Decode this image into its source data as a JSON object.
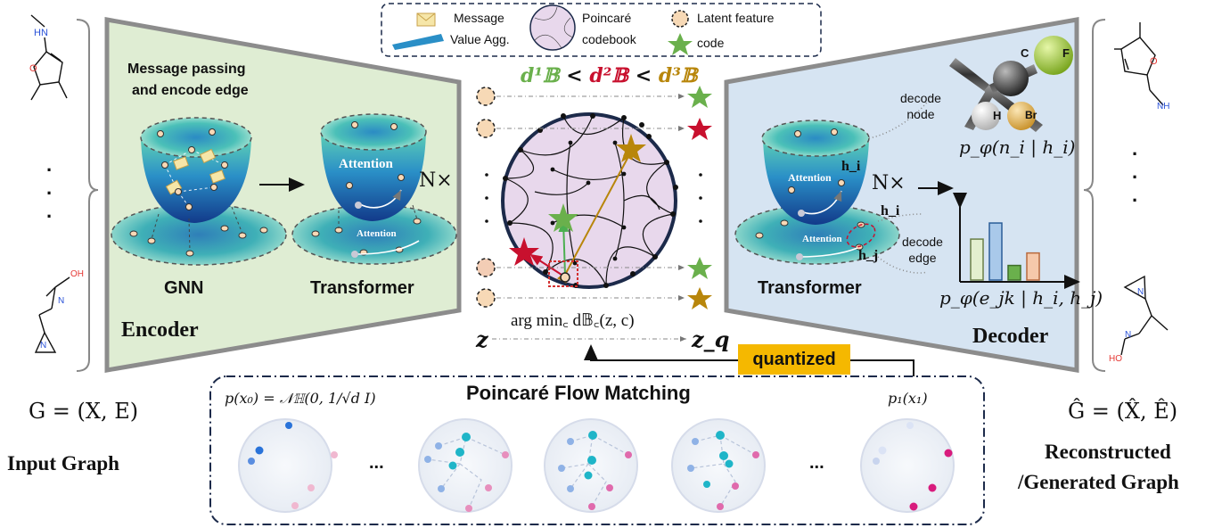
{
  "legend": {
    "message": "Message",
    "value_agg": "Value Agg.",
    "codebook_line1": "Poincaré",
    "codebook_line2": "codebook",
    "latent": "Latent feature",
    "code": "code"
  },
  "left": {
    "input_formula": "G = (X, E)",
    "input_label": "Input Graph",
    "dots": "·"
  },
  "encoder": {
    "header_line1": "Message passing",
    "header_line2": "and encode edge",
    "gnn_label": "GNN",
    "transformer_label": "Transformer",
    "attention_top": "Attention",
    "attention_bottom": "Attention",
    "repeat": "N×",
    "title": "Encoder"
  },
  "center": {
    "distance_ineq": [
      "d¹𝔹",
      "<",
      "d²𝔹",
      "<",
      "d³𝔹"
    ],
    "argmin": "arg min꜀ d𝔹꜀(z, c)",
    "z": "z",
    "zq": "z_q",
    "quantized": "quantized"
  },
  "decoder": {
    "atoms": [
      "C",
      "F",
      "H",
      "Br"
    ],
    "decode_node": [
      "decode",
      "node"
    ],
    "decode_edge": [
      "decode",
      "edge"
    ],
    "node_prob": "p_φ(n_i | h_i)",
    "edge_prob": "p_φ(e_jk | h_i, h_j)",
    "hi": "h_i",
    "hj": "h_j",
    "attention_top": "Attention",
    "attention_bottom": "Attention",
    "repeat": "N×",
    "transformer_label": "Transformer",
    "title": "Decoder",
    "bar_values": [
      0.56,
      0.78,
      0.2,
      0.37
    ]
  },
  "right": {
    "output_formula": "Ĝ = (X̂, Ê)",
    "output_label_line1": "Reconstructed",
    "output_label_line2": "/Generated Graph"
  },
  "flow": {
    "title": "Poincaré Flow Matching",
    "start_dist": "p(x₀) = 𝒩ℍ(0, 1/√d I)",
    "end_dist": "p₁(x₁)",
    "ellipsis": "..."
  },
  "colors": {
    "encoder_bg": "#dfedd3",
    "decoder_bg": "#d6e4f2",
    "disk_fill": "#e8d8ec",
    "quantized_bg": "#f5b800",
    "star_green": "#6ab04c",
    "star_red": "#c8102e",
    "star_gold": "#b8860b",
    "latent_fill": "#f7d9b6"
  }
}
